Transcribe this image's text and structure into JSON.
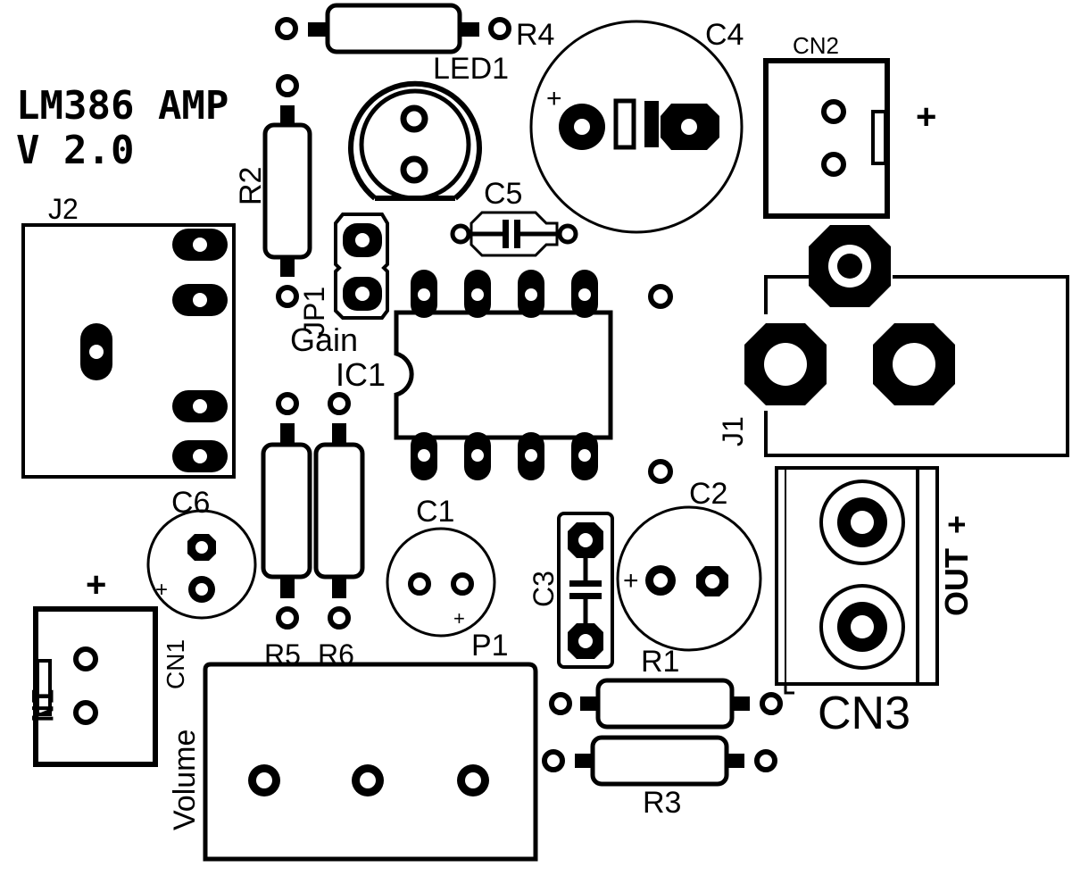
{
  "board": {
    "title_line1": "LM386 AMP",
    "title_line2": "V 2.0"
  },
  "labels": {
    "r4": "R4",
    "c4": "C4",
    "cn2": "CN2",
    "led1": "LED1",
    "r2": "R2",
    "c5": "C5",
    "j2": "J2",
    "jp1": "JP1",
    "gain": "Gain",
    "ic1": "IC1",
    "j1": "J1",
    "c6": "C6",
    "c1": "C1",
    "c2": "C2",
    "c3": "C3",
    "out": "OUT",
    "r5": "R5",
    "r6": "R6",
    "p1": "P1",
    "r1": "R1",
    "cn3": "CN3",
    "cn1": "CN1",
    "in": "IN",
    "volume": "Volume",
    "r3": "R3"
  },
  "marks": {
    "plus": "+"
  }
}
